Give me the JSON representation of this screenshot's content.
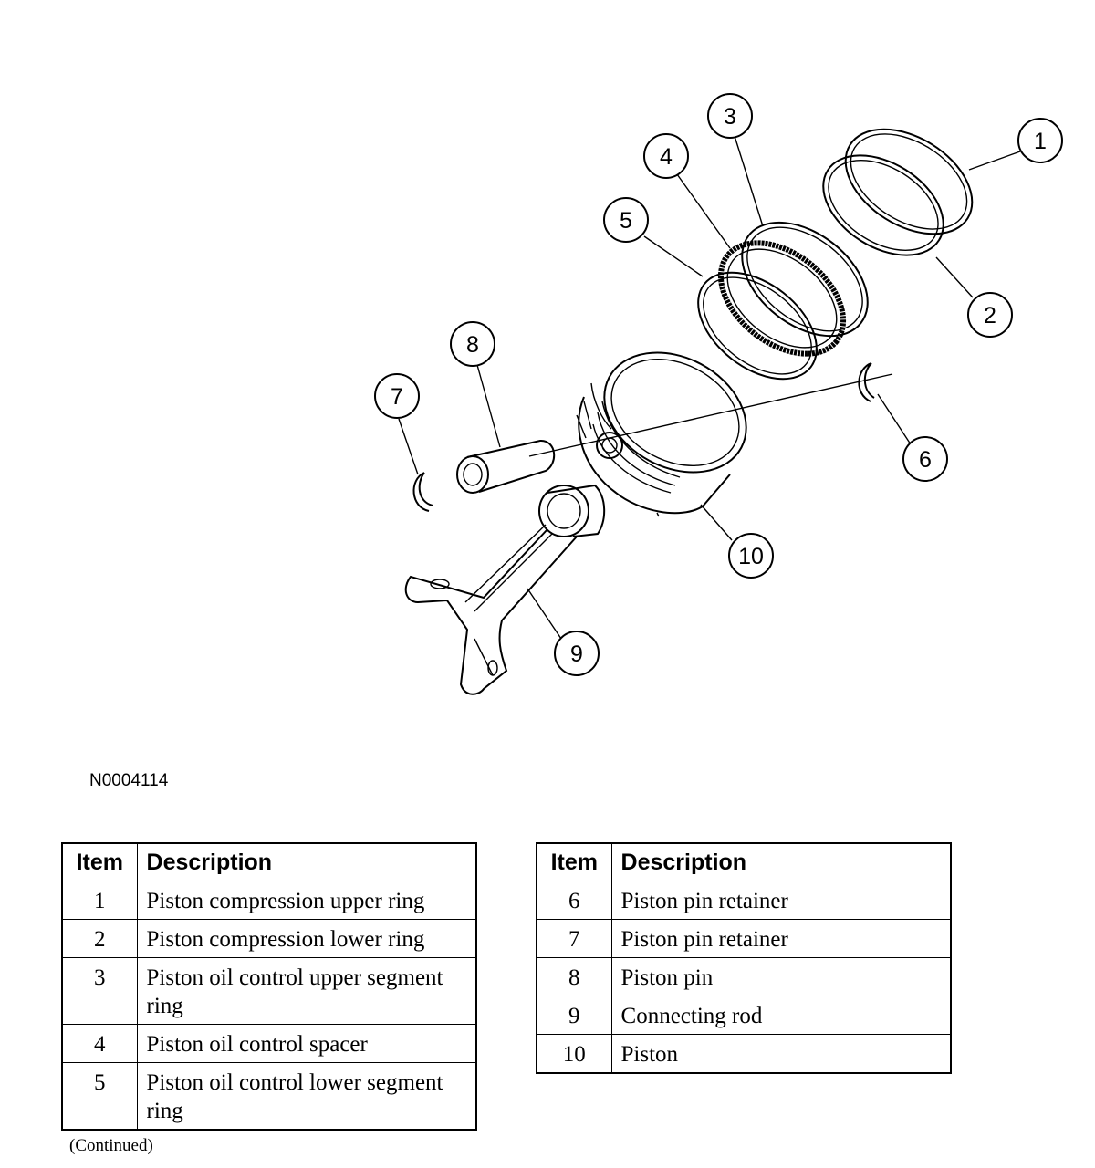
{
  "figure_id": "N0004114",
  "callouts": [
    "1",
    "2",
    "3",
    "4",
    "5",
    "6",
    "7",
    "8",
    "9",
    "10"
  ],
  "table_headers": {
    "item": "Item",
    "description": "Description"
  },
  "left_table": [
    {
      "item": "1",
      "description": "Piston compression upper ring"
    },
    {
      "item": "2",
      "description": "Piston compression lower ring"
    },
    {
      "item": "3",
      "description": "Piston oil control upper segment ring"
    },
    {
      "item": "4",
      "description": "Piston oil control spacer"
    },
    {
      "item": "5",
      "description": "Piston oil control lower segment ring"
    }
  ],
  "right_table": [
    {
      "item": "6",
      "description": "Piston pin retainer"
    },
    {
      "item": "7",
      "description": "Piston pin retainer"
    },
    {
      "item": "8",
      "description": "Piston pin"
    },
    {
      "item": "9",
      "description": "Connecting rod"
    },
    {
      "item": "10",
      "description": "Piston"
    }
  ],
  "footer_note": "(Continued)"
}
